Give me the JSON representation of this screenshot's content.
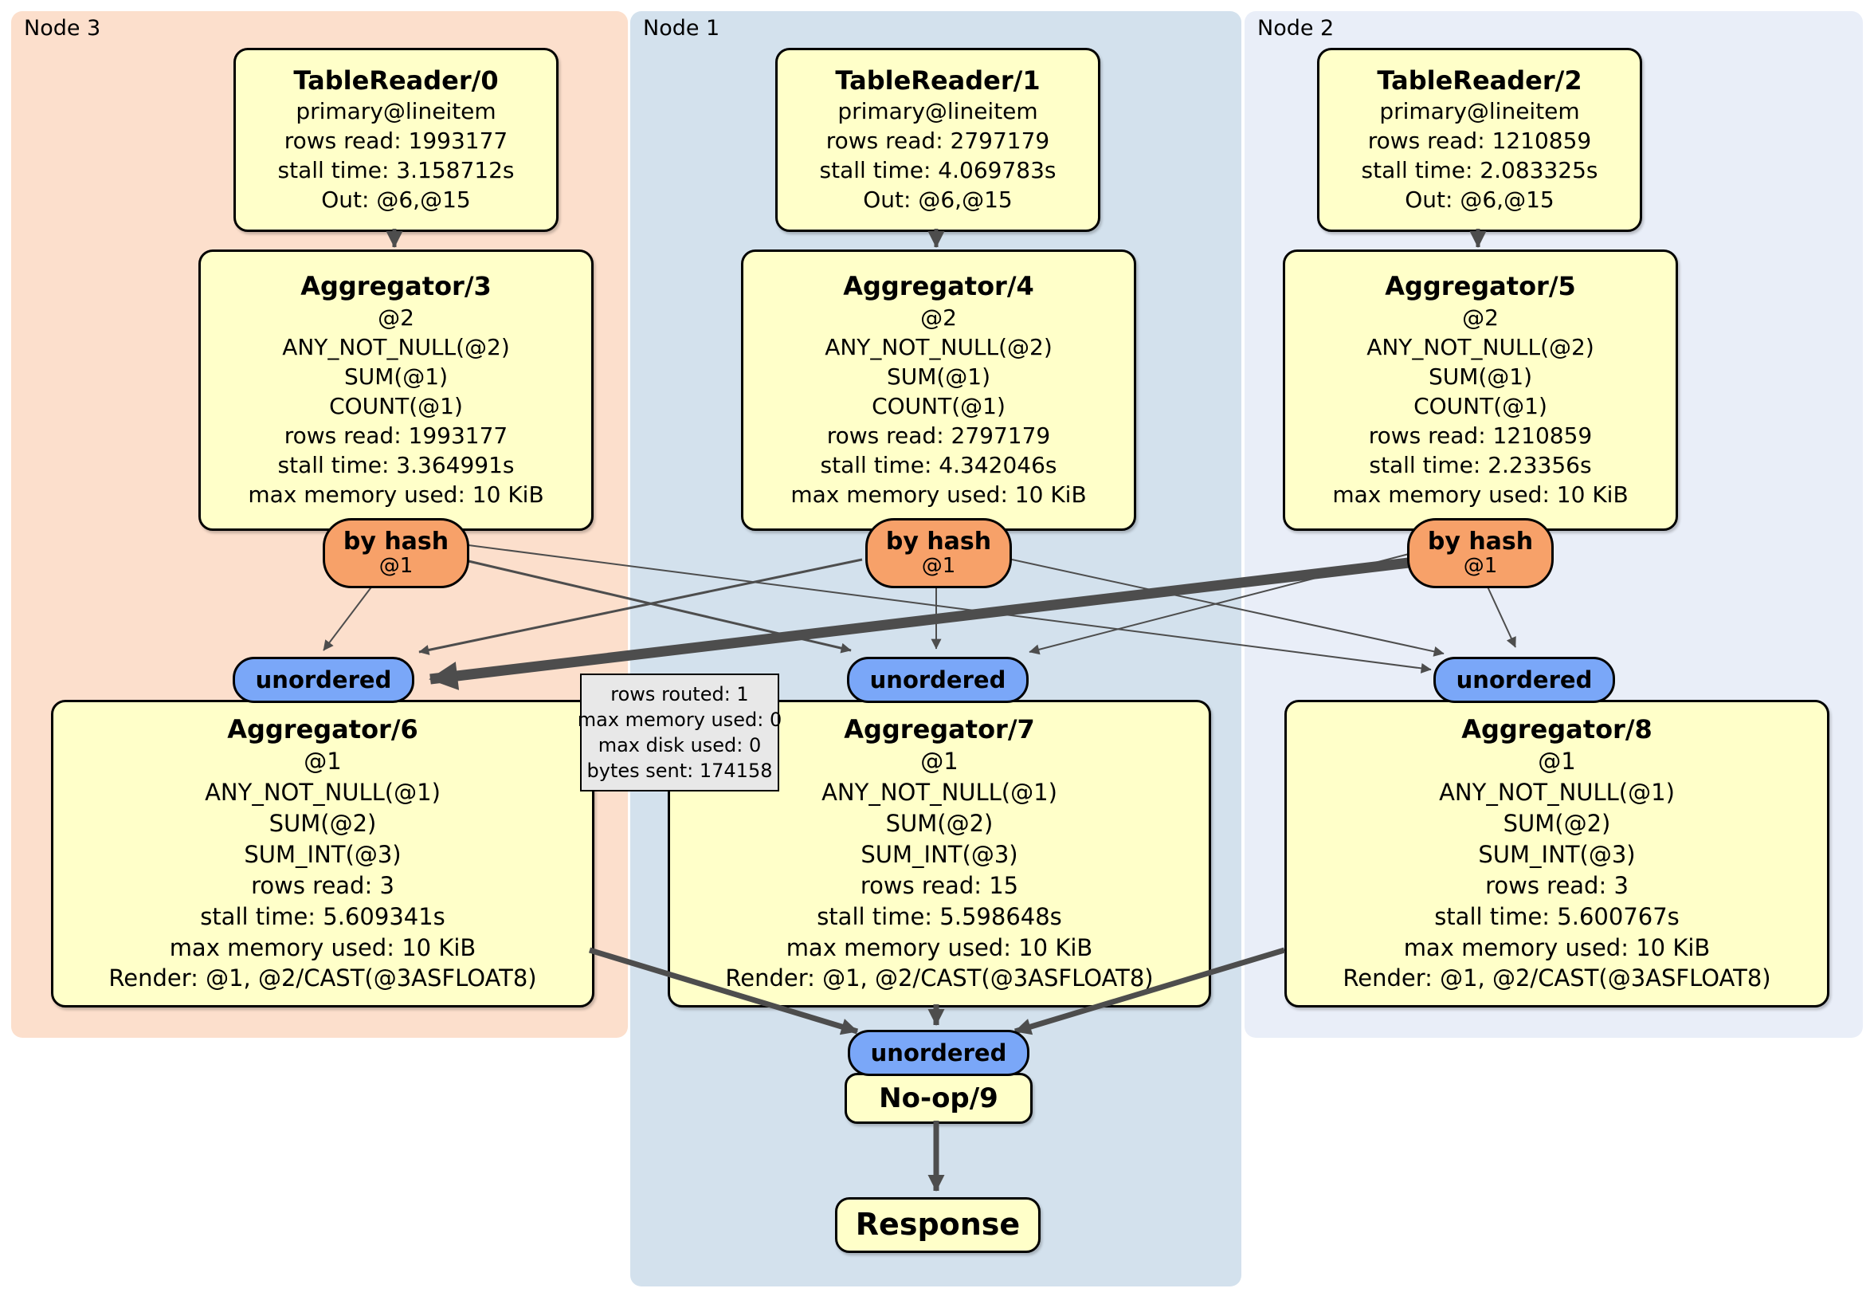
{
  "panels": {
    "node3": {
      "label": "Node 3"
    },
    "node1": {
      "label": "Node 1"
    },
    "node2": {
      "label": "Node 2"
    }
  },
  "nodes": {
    "tr0": {
      "title": "TableReader/0",
      "lines": [
        "primary@lineitem",
        "rows read: 1993177",
        "stall time: 3.158712s",
        "Out: @6,@15"
      ]
    },
    "tr1": {
      "title": "TableReader/1",
      "lines": [
        "primary@lineitem",
        "rows read: 2797179",
        "stall time: 4.069783s",
        "Out: @6,@15"
      ]
    },
    "tr2": {
      "title": "TableReader/2",
      "lines": [
        "primary@lineitem",
        "rows read: 1210859",
        "stall time: 2.083325s",
        "Out: @6,@15"
      ]
    },
    "agg3": {
      "title": "Aggregator/3",
      "lines": [
        "@2",
        "ANY_NOT_NULL(@2)",
        "SUM(@1)",
        "COUNT(@1)",
        "rows read: 1993177",
        "stall time: 3.364991s",
        "max memory used: 10 KiB"
      ]
    },
    "agg4": {
      "title": "Aggregator/4",
      "lines": [
        "@2",
        "ANY_NOT_NULL(@2)",
        "SUM(@1)",
        "COUNT(@1)",
        "rows read: 2797179",
        "stall time: 4.342046s",
        "max memory used: 10 KiB"
      ]
    },
    "agg5": {
      "title": "Aggregator/5",
      "lines": [
        "@2",
        "ANY_NOT_NULL(@2)",
        "SUM(@1)",
        "COUNT(@1)",
        "rows read: 1210859",
        "stall time: 2.23356s",
        "max memory used: 10 KiB"
      ]
    },
    "agg6": {
      "title": "Aggregator/6",
      "lines": [
        "@1",
        "ANY_NOT_NULL(@1)",
        "SUM(@2)",
        "SUM_INT(@3)",
        "rows read: 3",
        "stall time: 5.609341s",
        "max memory used: 10 KiB",
        "Render: @1, @2/CAST(@3ASFLOAT8)"
      ]
    },
    "agg7": {
      "title": "Aggregator/7",
      "lines": [
        "@1",
        "ANY_NOT_NULL(@1)",
        "SUM(@2)",
        "SUM_INT(@3)",
        "rows read: 15",
        "stall time: 5.598648s",
        "max memory used: 10 KiB",
        "Render: @1, @2/CAST(@3ASFLOAT8)"
      ]
    },
    "agg8": {
      "title": "Aggregator/8",
      "lines": [
        "@1",
        "ANY_NOT_NULL(@1)",
        "SUM(@2)",
        "SUM_INT(@3)",
        "rows read: 3",
        "stall time: 5.600767s",
        "max memory used: 10 KiB",
        "Render: @1, @2/CAST(@3ASFLOAT8)"
      ]
    },
    "noop": {
      "title": "No-op/9"
    },
    "response": {
      "title": "Response"
    }
  },
  "routers": {
    "by_hash": {
      "label": "by hash",
      "sub": "@1"
    },
    "unordered": {
      "label": "unordered"
    }
  },
  "tooltip": {
    "lines": [
      "rows routed: 1",
      "max memory used: 0",
      "max disk used: 0",
      "bytes sent: 174158"
    ]
  },
  "colors": {
    "node_fill": "#ffffc9",
    "hash_fill": "#f7a169",
    "unordered_fill": "#7aa7f8",
    "panel_node3": "#fcdfcc",
    "panel_node1": "#d3e1ed",
    "panel_node2": "#e9eef8",
    "edge": "#4d4d4d",
    "tooltip_fill": "#e8e8e8"
  }
}
